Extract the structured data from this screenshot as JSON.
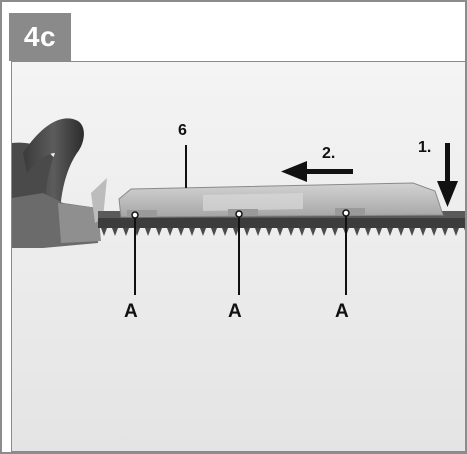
{
  "figure": {
    "badge": "4c",
    "part_number": "6",
    "step_1": "1.",
    "step_2": "2.",
    "points": [
      "A",
      "A",
      "A"
    ]
  },
  "colors": {
    "badge_bg": "#8a8a8a",
    "frame_border": "#8c8c8c",
    "photo_bg": "#e9e9e9",
    "ink": "#111111"
  },
  "icons": [
    "arrow-down-icon",
    "arrow-left-icon"
  ]
}
